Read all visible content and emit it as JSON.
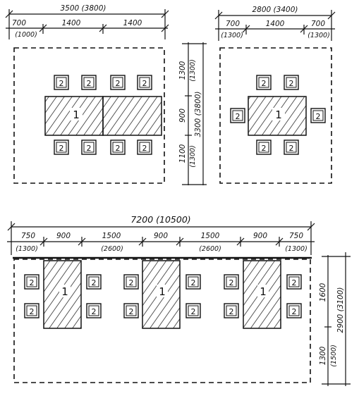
{
  "plan_a": {
    "width_total": "3500 (3800)",
    "widths": [
      "700",
      "(1000)",
      "1400",
      "1400"
    ],
    "heights": [
      "1300",
      "(1300)",
      "900",
      "1100",
      "(1300)",
      "3300 (3800)"
    ],
    "chair_label": "2",
    "table_label": "1"
  },
  "plan_b": {
    "width_total": "2800 (3400)",
    "widths": [
      "700",
      "(1300)",
      "1400",
      "700",
      "(1300)"
    ],
    "chair_label": "2",
    "table_label": "1"
  },
  "plan_c": {
    "width_total": "7200 (10500)",
    "widths": [
      "750",
      "900",
      "1500",
      "900",
      "1500",
      "900",
      "750"
    ],
    "widths_alt": [
      "(1300)",
      "(2600)",
      "(2600)",
      "(1300)"
    ],
    "heights": [
      "1600",
      "1300",
      "(1500)",
      "2900 (3100)"
    ],
    "chair_label": "2",
    "table_label": "1"
  },
  "colors": {
    "ink": "#111111",
    "paper": "#ffffff"
  }
}
